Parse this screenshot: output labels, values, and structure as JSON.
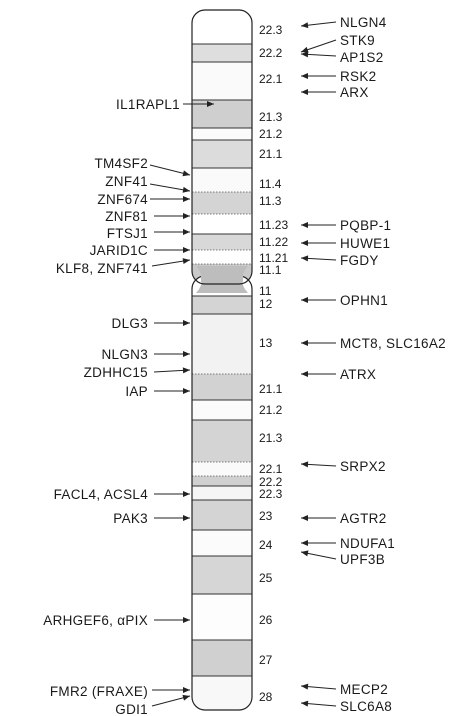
{
  "bands": [
    {
      "label": "22.3",
      "fill": "#ffffff"
    },
    {
      "label": "22.2",
      "fill": "#dedede"
    },
    {
      "label": "22.1",
      "fill": "#fafafa"
    },
    {
      "label": "21.3",
      "fill": "#cfcfcf"
    },
    {
      "label": "21.2",
      "fill": "#fbfbfb"
    },
    {
      "label": "21.1",
      "fill": "#dcdcdc"
    },
    {
      "label": "11.4",
      "fill": "#fafafa"
    },
    {
      "label": "11.3",
      "fill": "#d4d4d4"
    },
    {
      "label": "11.23",
      "fill": "#ffffff"
    },
    {
      "label": "11.22",
      "fill": "#d8d8d8"
    },
    {
      "label": "11.21",
      "fill": "#ffffff"
    },
    {
      "label": "11.1",
      "fill": "#c9c9c9"
    },
    {
      "label": "11",
      "fill": "#ffffff"
    },
    {
      "label": "12",
      "fill": "#d4d4d4"
    },
    {
      "label": "13",
      "fill": "#f2f2f2"
    },
    {
      "label": "21.1",
      "fill": "#d2d2d2"
    },
    {
      "label": "21.2",
      "fill": "#fbfbfb"
    },
    {
      "label": "21.3",
      "fill": "#d4d4d4"
    },
    {
      "label": "22.1",
      "fill": "#fafafa"
    },
    {
      "label": "22.2",
      "fill": "#d0d0d0"
    },
    {
      "label": "22.3",
      "fill": "#f5f5f5"
    },
    {
      "label": "23",
      "fill": "#d4d4d4"
    },
    {
      "label": "24",
      "fill": "#fbfbfb"
    },
    {
      "label": "25",
      "fill": "#d6d6d6"
    },
    {
      "label": "26",
      "fill": "#fdfdfd"
    },
    {
      "label": "27",
      "fill": "#d0d0d0"
    },
    {
      "label": "28",
      "fill": "#f8f8f8"
    }
  ],
  "genes_left": [
    "IL1RAPL1",
    "TM4SF2",
    "ZNF41",
    "ZNF674",
    "ZNF81",
    "FTSJ1",
    "JARID1C",
    "KLF8, ZNF741",
    "DLG3",
    "NLGN3",
    "ZDHHC15",
    "IAP",
    "FACL4, ACSL4",
    "PAK3",
    "ARHGEF6, αPIX",
    "FMR2 (FRAXE)",
    "GDI1"
  ],
  "genes_right": [
    "NLGN4",
    "STK9",
    "AP1S2",
    "RSK2",
    "ARX",
    "PQBP-1",
    "HUWE1",
    "FGDY",
    "OPHN1",
    "MCT8, SLC16A2",
    "ATRX",
    "SRPX2",
    "AGTR2",
    "NDUFA1",
    "UPF3B",
    "MECP2",
    "SLC6A8"
  ]
}
